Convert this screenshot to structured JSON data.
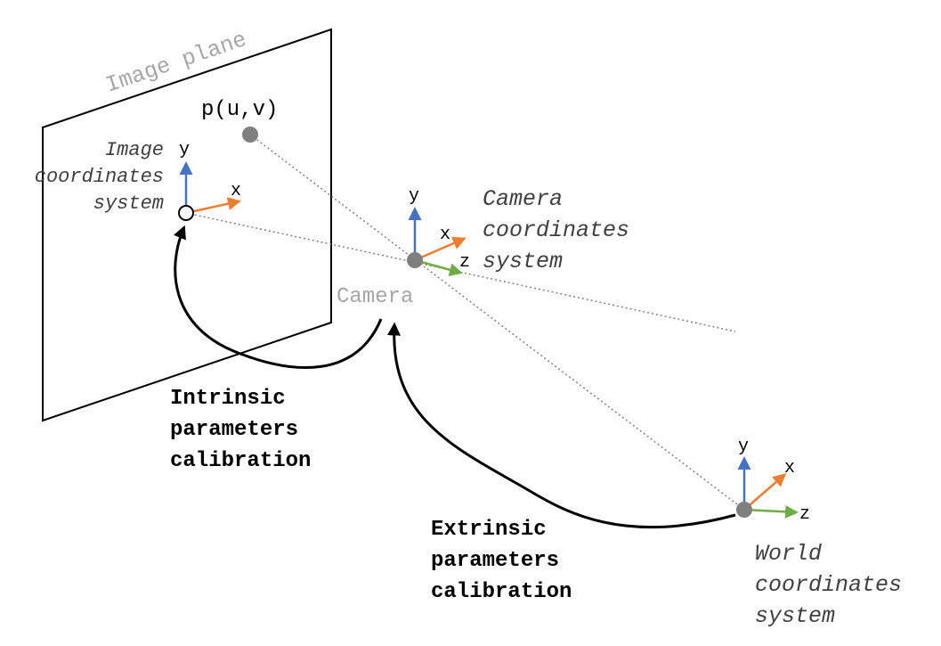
{
  "image_plane": {
    "label": "Image plane"
  },
  "point": {
    "label": "p(u,v)"
  },
  "image_coordinates": {
    "lines": [
      "Image",
      "coordinates",
      "system"
    ],
    "axes": {
      "y": "y",
      "x": "x"
    }
  },
  "camera_coordinates": {
    "lines": [
      "Camera",
      "coordinates",
      "system"
    ],
    "axes": {
      "y": "y",
      "x": "x",
      "z": "z"
    }
  },
  "world_coordinates": {
    "lines": [
      "World",
      "coordinates",
      "system"
    ],
    "axes": {
      "y": "y",
      "x": "x",
      "z": "z"
    }
  },
  "camera": {
    "label": "Camera"
  },
  "intrinsic": {
    "lines": [
      "Intrinsic",
      "parameters",
      "calibration"
    ]
  },
  "extrinsic": {
    "lines": [
      "Extrinsic",
      "parameters",
      "calibration"
    ]
  },
  "colors": {
    "y_axis": "#4472C4",
    "x_axis": "#ED7D31",
    "z_axis": "#70AD47",
    "point": "#7F7F7F",
    "label_gray": "#A6A6A6",
    "text": "#404040"
  }
}
